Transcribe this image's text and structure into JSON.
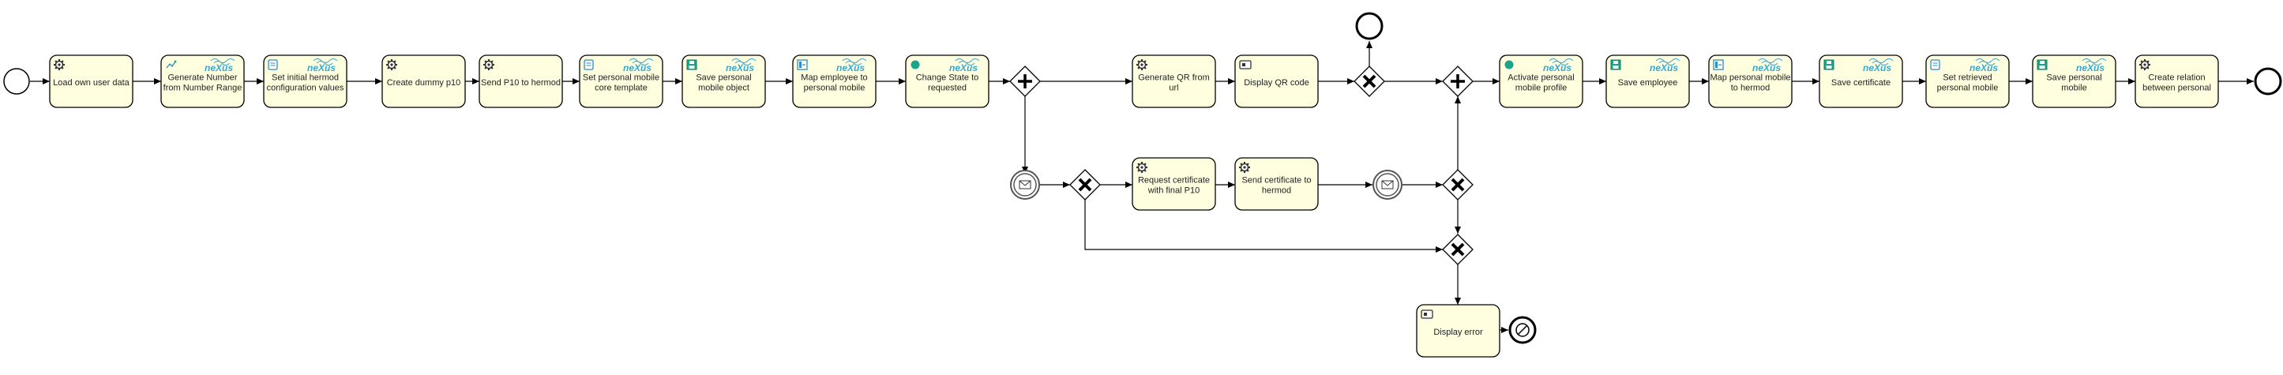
{
  "diagram": {
    "tasks": [
      {
        "id": "t1",
        "label": [
          "Load own user data"
        ],
        "icon": "gear-icon",
        "brand": false
      },
      {
        "id": "t2",
        "label": [
          "Generate Number",
          "from Number Range"
        ],
        "icon": "script-icon",
        "brand": true
      },
      {
        "id": "t3",
        "label": [
          "Set initial hermod",
          "configuration values"
        ],
        "icon": "form-icon",
        "brand": true
      },
      {
        "id": "t4",
        "label": [
          "Create dummy p10"
        ],
        "icon": "gear-icon",
        "brand": false
      },
      {
        "id": "t5",
        "label": [
          "Send P10 to hermod"
        ],
        "icon": "gear-icon",
        "brand": false
      },
      {
        "id": "t6",
        "label": [
          "Set personal mobile",
          "core template"
        ],
        "icon": "form-icon",
        "brand": true
      },
      {
        "id": "t7",
        "label": [
          "Save personal",
          "mobile object"
        ],
        "icon": "save-icon",
        "brand": true
      },
      {
        "id": "t8",
        "label": [
          "Map employee to",
          "personal mobile"
        ],
        "icon": "map-icon",
        "brand": true
      },
      {
        "id": "t9",
        "label": [
          "Change State to",
          "requested"
        ],
        "icon": "state-dot-icon",
        "brand": true
      },
      {
        "id": "t10",
        "label": [
          "Generate QR from",
          "url"
        ],
        "icon": "gear-icon",
        "brand": false
      },
      {
        "id": "t11",
        "label": [
          "Display QR code"
        ],
        "icon": "user-task-icon",
        "brand": false
      },
      {
        "id": "t12",
        "label": [
          "Request certificate",
          "with final P10"
        ],
        "icon": "gear-icon",
        "brand": false
      },
      {
        "id": "t13",
        "label": [
          "Send certificate to",
          "hermod"
        ],
        "icon": "gear-icon",
        "brand": false
      },
      {
        "id": "t14",
        "label": [
          "Activate personal",
          "mobile profile"
        ],
        "icon": "state-dot-icon",
        "brand": true
      },
      {
        "id": "t15",
        "label": [
          "Save employee"
        ],
        "icon": "save-icon",
        "brand": true
      },
      {
        "id": "t16",
        "label": [
          "Map personal mobile",
          "to hermod"
        ],
        "icon": "map-icon",
        "brand": true
      },
      {
        "id": "t17",
        "label": [
          "Save certificate"
        ],
        "icon": "save-icon",
        "brand": true
      },
      {
        "id": "t18",
        "label": [
          "Set retrieved",
          "personal mobile"
        ],
        "icon": "form-icon",
        "brand": true
      },
      {
        "id": "t19",
        "label": [
          "Save personal",
          "mobile"
        ],
        "icon": "save-icon",
        "brand": true
      },
      {
        "id": "t20",
        "label": [
          "Create relation",
          "between personal"
        ],
        "icon": "gear-icon",
        "brand": false
      },
      {
        "id": "t21",
        "label": [
          "Display error"
        ],
        "icon": "user-task-icon",
        "brand": false
      }
    ],
    "brand_text": "neXus",
    "colors": {
      "task_fill": "#ffffe0",
      "stroke": "#000000",
      "brand": "#3aa6d0",
      "state_dot": "#1aa58a"
    }
  }
}
